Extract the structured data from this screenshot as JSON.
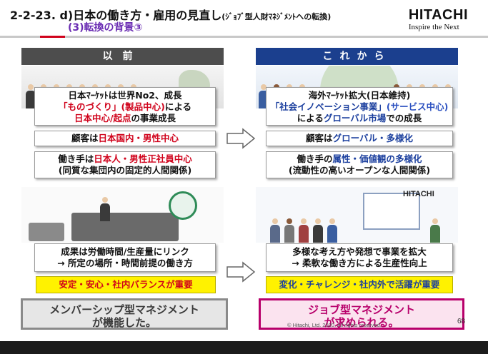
{
  "header": {
    "title_main": "2-2-23. d)日本の働き方・雇用の見直し",
    "title_small": "(ｼﾞｮﾌﾞ型人財ﾏﾈｼﾞﾒﾝﾄへの転換)",
    "subtitle": "(3)転換の背景③"
  },
  "logo": {
    "word": "HITACHI",
    "tagline": "Inspire the Next"
  },
  "left_column": {
    "header": "以前",
    "box1": {
      "line1": "日本ﾏｰｹｯﾄは世界No2、成長",
      "line2_a": "「ものづくり」(製品中心)",
      "line2_b": "による",
      "line3_a": "日本中心/起点",
      "line3_b": "の事業成長"
    },
    "box2": {
      "a": "顧客は",
      "b": "日本国内・男性中心"
    },
    "box3": {
      "line1_a": "働き手は",
      "line1_b": "日本人・男性正社員中心",
      "line2": "(同質な集団内の固定的人間関係)"
    },
    "box4": {
      "line1": "成果は労働時間/生産量にリンク",
      "line2": "→ 所定の場所・時間前提の働き方"
    },
    "yellow": "安定・安心・社内バランスが重要",
    "conclusion_line1": "メンバーシップ型マネジメント",
    "conclusion_line2": "が機能した。"
  },
  "right_column": {
    "header": "これから",
    "box1": {
      "line1": "海外ﾏｰｹｯﾄ拡大(日本維持)",
      "line2_a": "「社会イノベーション事業」",
      "line2_b": "(サービス中心)",
      "line3_a": "による",
      "line3_b": "グローバル市場",
      "line3_c": "での成長"
    },
    "box2": {
      "a": "顧客は",
      "b": "グローバル・多様化"
    },
    "box3": {
      "line1_a": "働き手の",
      "line1_b": "属性・価値観の多様化",
      "line2": "(流動性の高いオープンな人間関係)"
    },
    "box4": {
      "line1": "多様な考え方や発想で事業を拡大",
      "line2": "→ 柔軟な働き方による生産性向上"
    },
    "yellow": "変化・チャレンジ・社内外で活躍が重要",
    "conclusion_line1": "ジョブ型マネジメント",
    "conclusion_line2": "が求められる。"
  },
  "footer": {
    "copyright": "© Hitachi, Ltd. 2020. All rights reserved.",
    "page_number": "68"
  },
  "colors": {
    "accent_red": "#d0021b",
    "accent_blue": "#1b3f8e",
    "accent_purple": "#6a2cb3",
    "highlight_yellow": "#fff200",
    "conclusion_magenta": "#b8006b"
  }
}
